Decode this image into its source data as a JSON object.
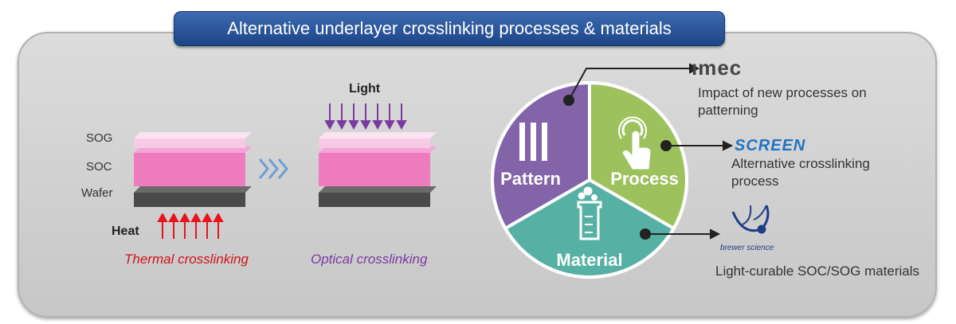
{
  "header": {
    "title": "Alternative underlayer crosslinking processes & materials"
  },
  "stack": {
    "layers": [
      "SOG",
      "SOC",
      "Wafer"
    ],
    "heat_label": "Heat",
    "light_label": "Light",
    "thermal_caption": "Thermal crosslinking",
    "optical_caption": "Optical crosslinking"
  },
  "wheel": {
    "segments": [
      "Pattern",
      "Process",
      "Material"
    ],
    "colors": {
      "pattern": "#8364a8",
      "process": "#9dc15c",
      "material": "#56b0a3"
    }
  },
  "partners": {
    "imec": {
      "logo": "ımec",
      "text_line1": "Impact of new processes on",
      "text_line2": "patterning"
    },
    "screen": {
      "logo": "SCREEN",
      "text_line1": "Alternative crosslinking",
      "text_line2": "process"
    },
    "brewer": {
      "logo": "brewer science",
      "text": "Light-curable SOC/SOG materials"
    }
  },
  "colors": {
    "heat_arrow": "#e8141b",
    "light_arrow": "#7a3aa1",
    "title_bar": "#2a559b",
    "soc": "#f07cc0",
    "sog": "#f6c9e4",
    "wafer": "#4a4a4a"
  }
}
